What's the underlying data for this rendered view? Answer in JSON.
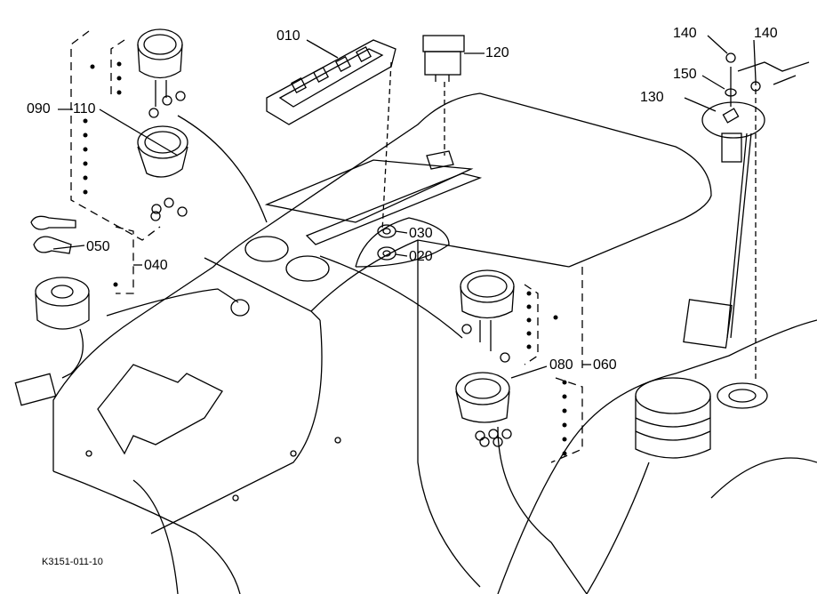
{
  "diagram": {
    "drawing_code": "K3151-011-10",
    "part_labels": {
      "p010": "010",
      "p120": "120",
      "p140a": "140",
      "p140b": "140",
      "p150": "150",
      "p130": "130",
      "p090": "090",
      "p110": "110",
      "p050": "050",
      "p040": "040",
      "p030": "030",
      "p020": "020",
      "p080": "080",
      "p060": "060"
    }
  }
}
